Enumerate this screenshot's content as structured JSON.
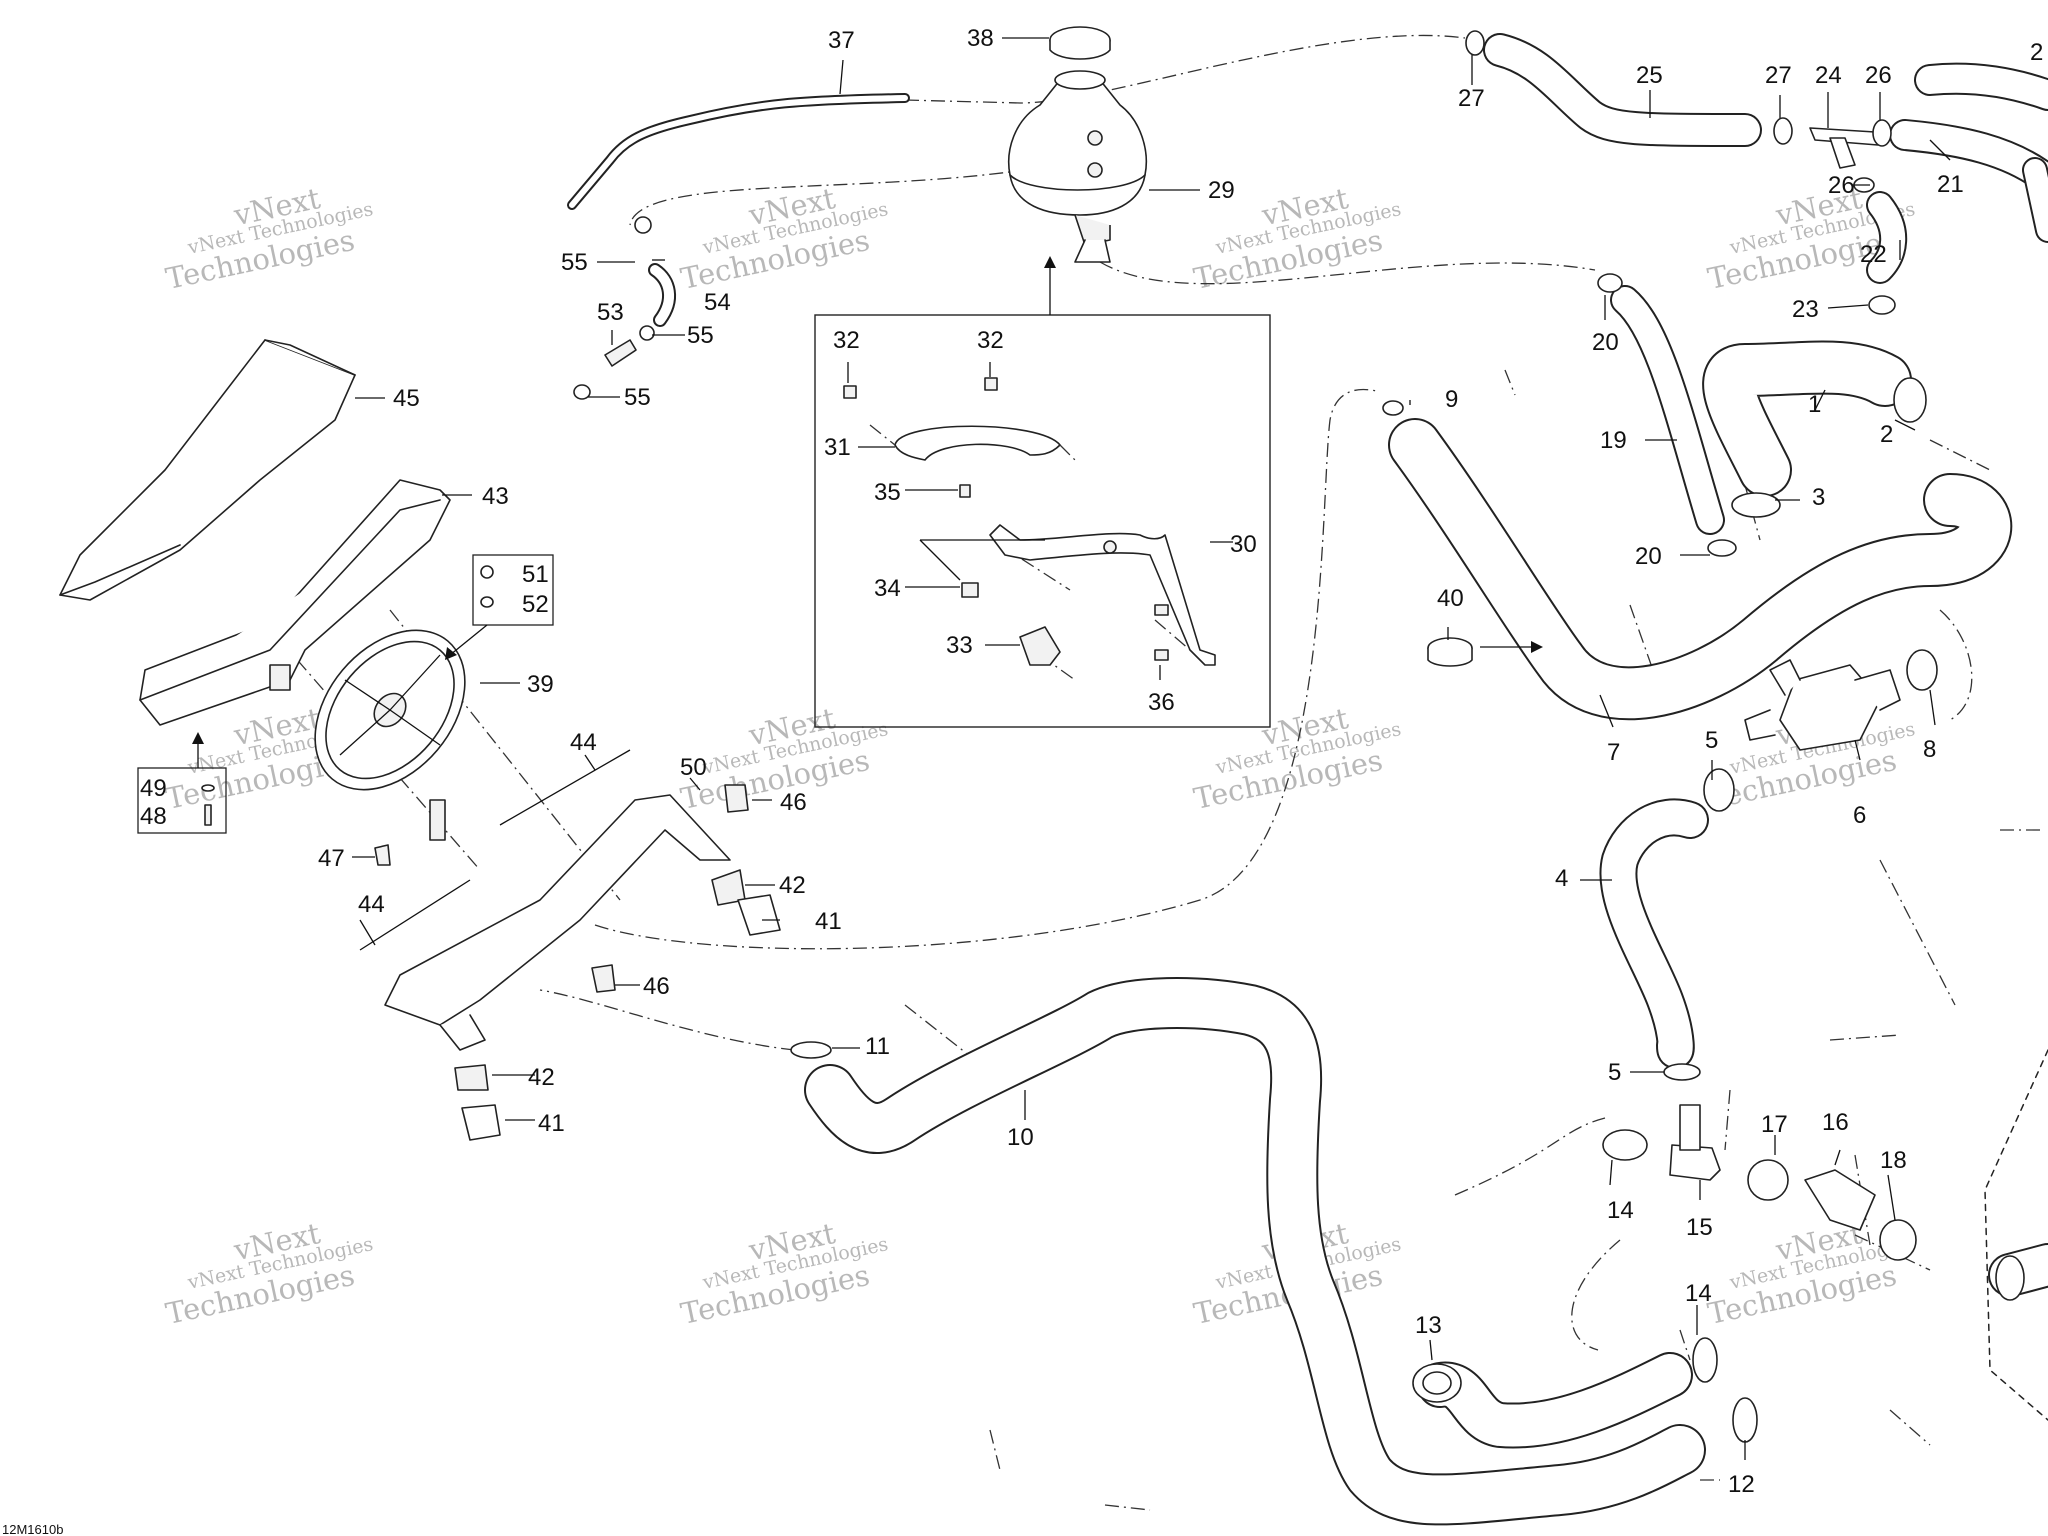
{
  "figure_code": "12M1610b",
  "watermark": {
    "line1": "vNext Technologies",
    "line2": "vNext",
    "line3": "Technologies"
  },
  "callouts": [
    {
      "id": "1",
      "text": "1"
    },
    {
      "id": "2",
      "text": "2"
    },
    {
      "id": "3",
      "text": "3"
    },
    {
      "id": "4",
      "text": "4"
    },
    {
      "id": "5a",
      "text": "5"
    },
    {
      "id": "5b",
      "text": "5"
    },
    {
      "id": "6",
      "text": "6"
    },
    {
      "id": "7",
      "text": "7"
    },
    {
      "id": "8",
      "text": "8"
    },
    {
      "id": "9",
      "text": "9"
    },
    {
      "id": "10",
      "text": "10"
    },
    {
      "id": "11",
      "text": "11"
    },
    {
      "id": "12",
      "text": "12"
    },
    {
      "id": "13",
      "text": "13"
    },
    {
      "id": "14a",
      "text": "14"
    },
    {
      "id": "14b",
      "text": "14"
    },
    {
      "id": "15",
      "text": "15"
    },
    {
      "id": "16",
      "text": "16"
    },
    {
      "id": "17",
      "text": "17"
    },
    {
      "id": "18",
      "text": "18"
    },
    {
      "id": "19",
      "text": "19"
    },
    {
      "id": "20a",
      "text": "20"
    },
    {
      "id": "20b",
      "text": "20"
    },
    {
      "id": "21",
      "text": "21"
    },
    {
      "id": "22",
      "text": "22"
    },
    {
      "id": "23",
      "text": "23"
    },
    {
      "id": "24",
      "text": "24"
    },
    {
      "id": "25",
      "text": "25"
    },
    {
      "id": "26a",
      "text": "26"
    },
    {
      "id": "26b",
      "text": "26"
    },
    {
      "id": "27a",
      "text": "27"
    },
    {
      "id": "27b",
      "text": "27"
    },
    {
      "id": "28",
      "text": "2"
    },
    {
      "id": "29",
      "text": "29"
    },
    {
      "id": "30",
      "text": "30"
    },
    {
      "id": "31",
      "text": "31"
    },
    {
      "id": "32a",
      "text": "32"
    },
    {
      "id": "32b",
      "text": "32"
    },
    {
      "id": "33",
      "text": "33"
    },
    {
      "id": "34",
      "text": "34"
    },
    {
      "id": "35",
      "text": "35"
    },
    {
      "id": "36",
      "text": "36"
    },
    {
      "id": "37",
      "text": "37"
    },
    {
      "id": "38",
      "text": "38"
    },
    {
      "id": "39",
      "text": "39"
    },
    {
      "id": "40",
      "text": "40"
    },
    {
      "id": "41a",
      "text": "41"
    },
    {
      "id": "41b",
      "text": "41"
    },
    {
      "id": "42a",
      "text": "42"
    },
    {
      "id": "42b",
      "text": "42"
    },
    {
      "id": "43",
      "text": "43"
    },
    {
      "id": "44a",
      "text": "44"
    },
    {
      "id": "44b",
      "text": "44"
    },
    {
      "id": "45",
      "text": "45"
    },
    {
      "id": "46a",
      "text": "46"
    },
    {
      "id": "46b",
      "text": "46"
    },
    {
      "id": "47",
      "text": "47"
    },
    {
      "id": "48",
      "text": "48"
    },
    {
      "id": "49",
      "text": "49"
    },
    {
      "id": "50",
      "text": "50"
    },
    {
      "id": "51",
      "text": "51"
    },
    {
      "id": "52",
      "text": "52"
    },
    {
      "id": "53",
      "text": "53"
    },
    {
      "id": "54",
      "text": "54"
    },
    {
      "id": "55a",
      "text": "55"
    },
    {
      "id": "55b",
      "text": "55"
    },
    {
      "id": "55c",
      "text": "55"
    }
  ]
}
